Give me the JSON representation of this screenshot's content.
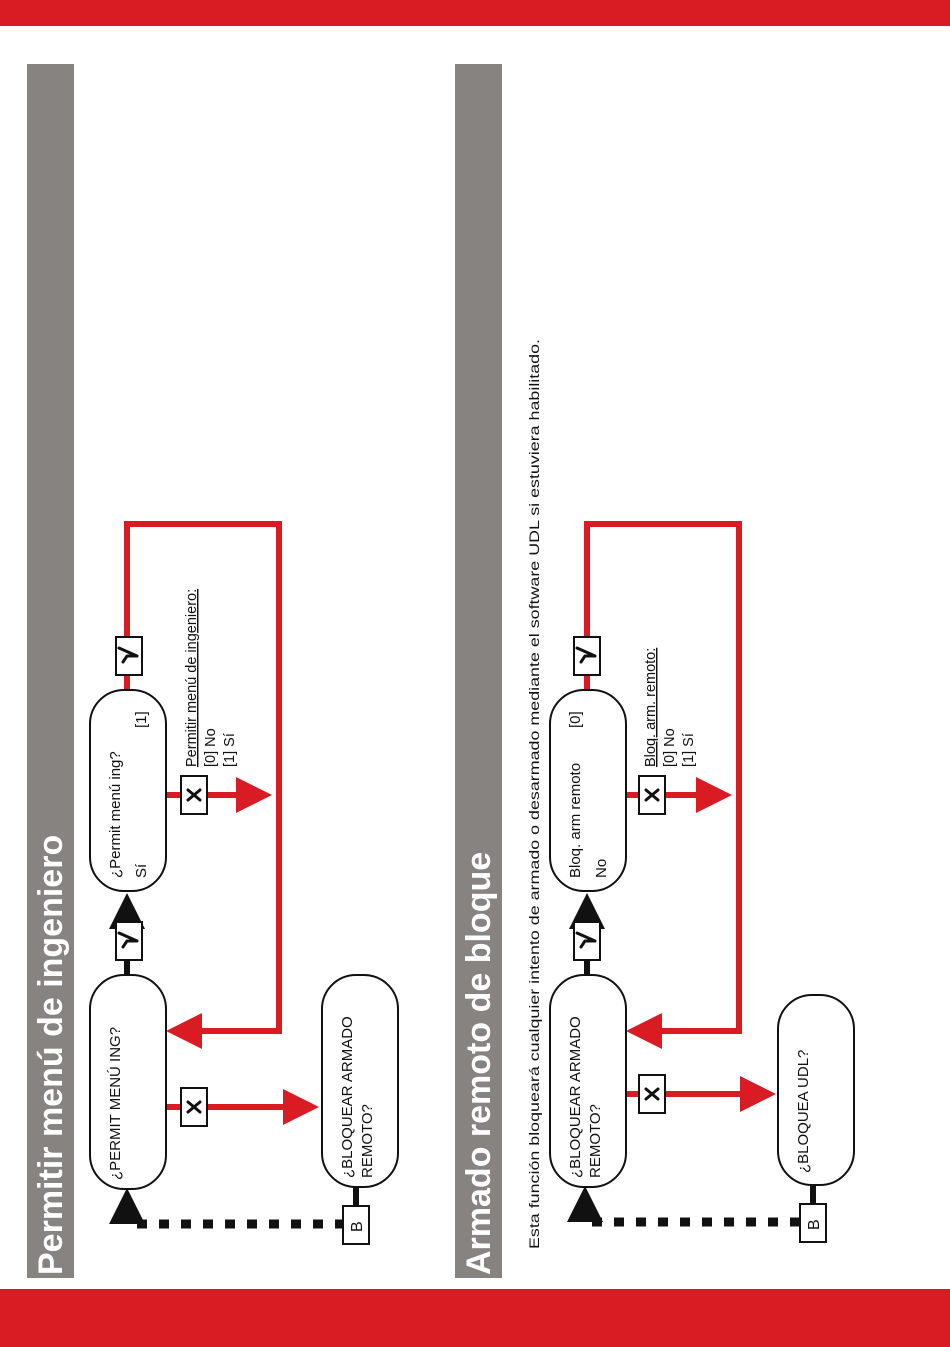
{
  "section1": {
    "title": "Permitir menú de ingeniero",
    "start_box": {
      "line1": "¿PERMIT MENÚ ING?"
    },
    "setting_box": {
      "line1": "¿Permit menú ing?",
      "value": "[1]",
      "line2": "Sí"
    },
    "next_box": {
      "line1": "¿BLOQUEAR ARMADO",
      "line2": "REMOTO?"
    },
    "options": {
      "heading": "Permitir menú de ingeniero:",
      "opt0": "[0] No",
      "opt1": "[1] Sí"
    },
    "b_label": "B"
  },
  "section2": {
    "title": "Armado remoto de bloque",
    "description": "Esta función bloqueará cualquier intento de armado o desarmado mediante el software UDL si estuviera habilitado.",
    "start_box": {
      "line1": "¿BLOQUEAR ARMADO",
      "line2": "REMOTO?"
    },
    "setting_box": {
      "line1": "Bloq. arm remoto",
      "value": "[0]",
      "line2": "No"
    },
    "next_box": {
      "line1": "¿BLOQUEA UDL?"
    },
    "options": {
      "heading": "Bloq. arm. remoto:",
      "opt0": "[0] No",
      "opt1": "[1] Sí"
    },
    "b_label": "B"
  },
  "colors": {
    "brand_red": "#d91c24",
    "header_gray": "#868381"
  },
  "icons": {
    "accept": "check-icon",
    "reject": "cross-icon"
  }
}
